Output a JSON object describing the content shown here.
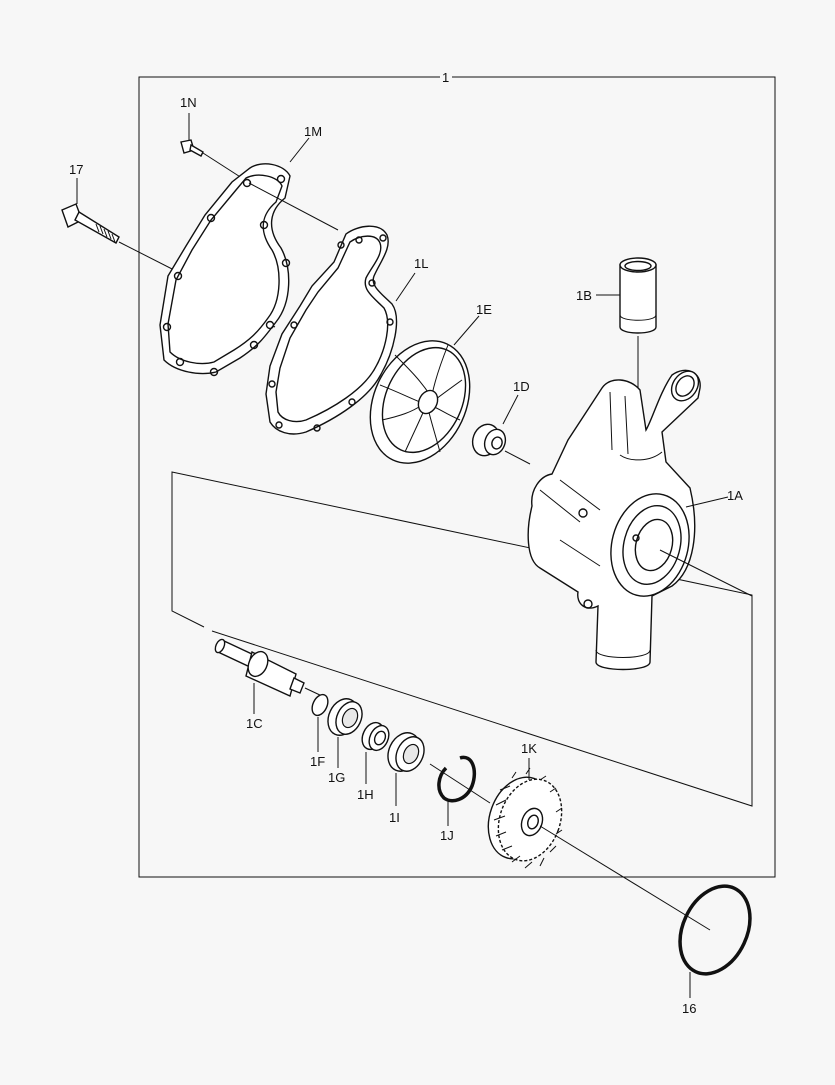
{
  "diagram": {
    "assembly_label": "1",
    "labels": {
      "p1N": "1N",
      "p1M": "1M",
      "p17": "17",
      "p1L": "1L",
      "p1E": "1E",
      "p1B": "1B",
      "p1D": "1D",
      "p1A": "1A",
      "p1C": "1C",
      "p1F": "1F",
      "p1G": "1G",
      "p1H": "1H",
      "p1I": "1I",
      "p1J": "1J",
      "p1K": "1K",
      "p16": "16"
    }
  }
}
